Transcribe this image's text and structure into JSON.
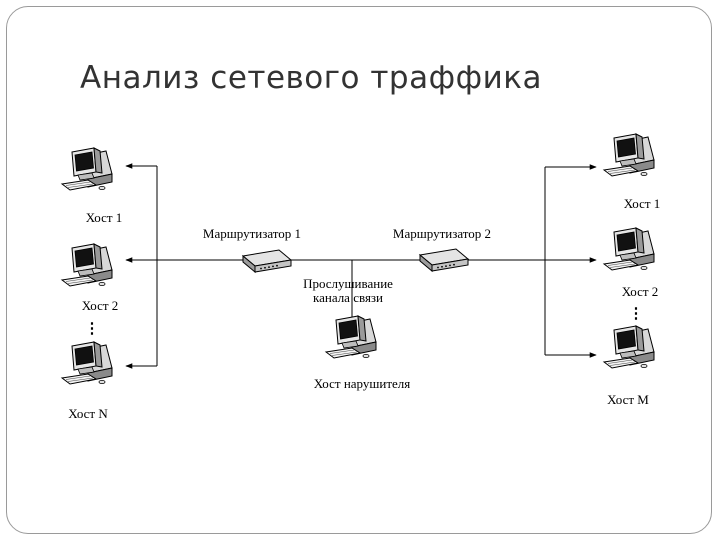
{
  "slide": {
    "title": "Анализ сетевого траффика"
  },
  "diagram": {
    "left_hosts": [
      "Хост 1",
      "Хост 2",
      "Хост N"
    ],
    "right_hosts": [
      "Хост 1",
      "Хост 2",
      "Хост М"
    ],
    "router1": "Маршрутизатор 1",
    "router2": "Маршрутизатор 2",
    "tap_line1": "Прослушивание",
    "tap_line2": "канала связи",
    "intruder": "Хост нарушителя",
    "ellipsis": "⋮"
  }
}
